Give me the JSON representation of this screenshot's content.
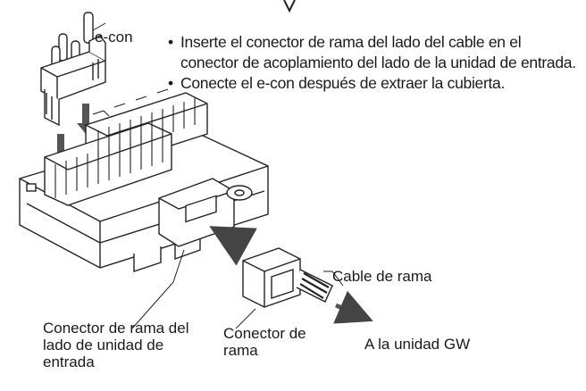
{
  "instructions": [
    "Inserte el conector de rama del lado del cable en el conector de acoplamiento del lado de la unidad de entrada.",
    "Conecte el e-con después de extraer la cubierta."
  ],
  "labels": {
    "econ": "e-con",
    "cable_rama": "Cable de rama",
    "conector_rama": "Conector de rama",
    "conector_unidad": "Conector de rama del lado de unidad de entrada",
    "unidad_gw": "A la unidad GW"
  }
}
